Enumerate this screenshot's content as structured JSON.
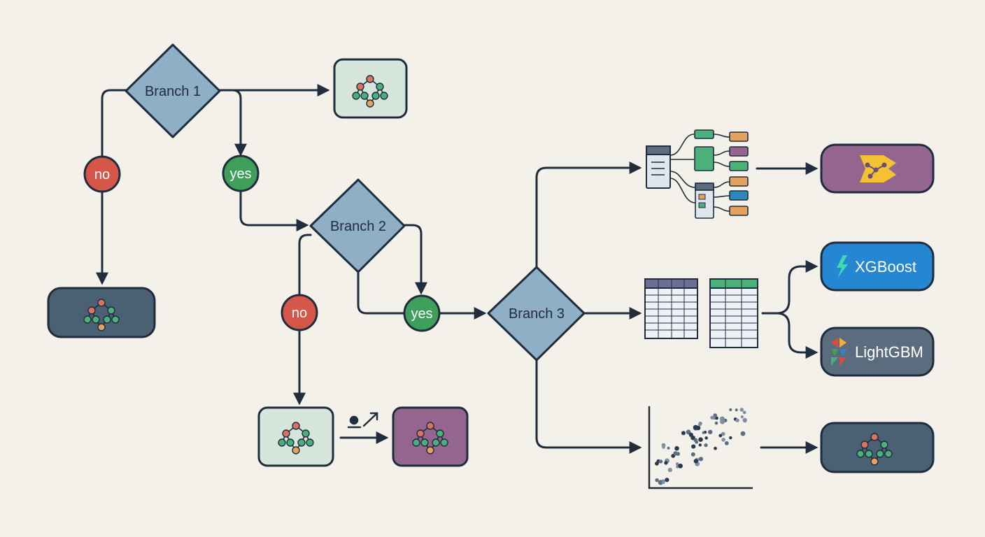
{
  "colors": {
    "background": "#f4f1ea",
    "line": "#1f2d3d",
    "diamond_fill": "#8fafc6",
    "no_red": "#d4574a",
    "yes_green": "#3f9e5a",
    "mint_box": "#d6e6dc",
    "slate_box": "#4a6073",
    "purple_box": "#94658f",
    "xgboost_blue": "#2586d1",
    "lightgbm_gray": "#5b6c7e",
    "tree_red": "#d9735f",
    "tree_green": "#4cb07a",
    "tree_orange": "#e3a25f"
  },
  "branches": {
    "b1": "Branch 1",
    "b2": "Branch 2",
    "b3": "Branch 3"
  },
  "decisions": {
    "no": "no",
    "yes": "yes"
  },
  "models": {
    "xgboost": "XGBoost",
    "lightgbm": "LightGBM"
  },
  "icons": {
    "tree": "decision-tree-icon",
    "catboost_logo": "catboost-logo-icon",
    "xgboost_logo": "xgboost-logo-icon",
    "lightgbm_logo": "lightgbm-logo-icon",
    "schema": "schema-diagram-icon",
    "tables": "data-table-icon",
    "scatter": "scatter-plot-icon",
    "transfer": "transfer-icon"
  }
}
